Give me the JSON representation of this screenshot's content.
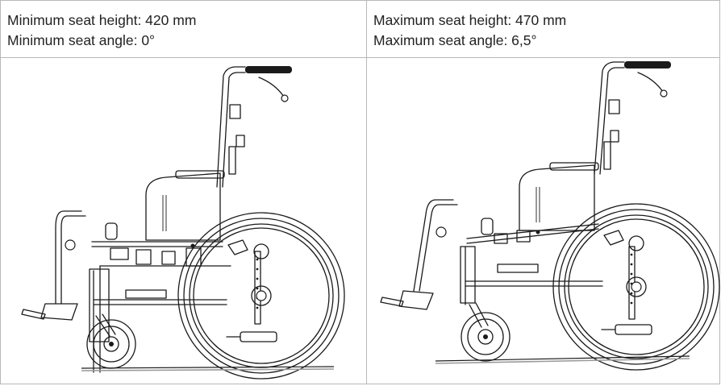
{
  "left_column": {
    "seat_height": "Minimum seat height: 420 mm",
    "seat_angle": "Minimum seat angle: 0°"
  },
  "right_column": {
    "seat_height": "Maximum seat height: 470 mm",
    "seat_angle": "Maximum seat angle: 6,5°"
  }
}
